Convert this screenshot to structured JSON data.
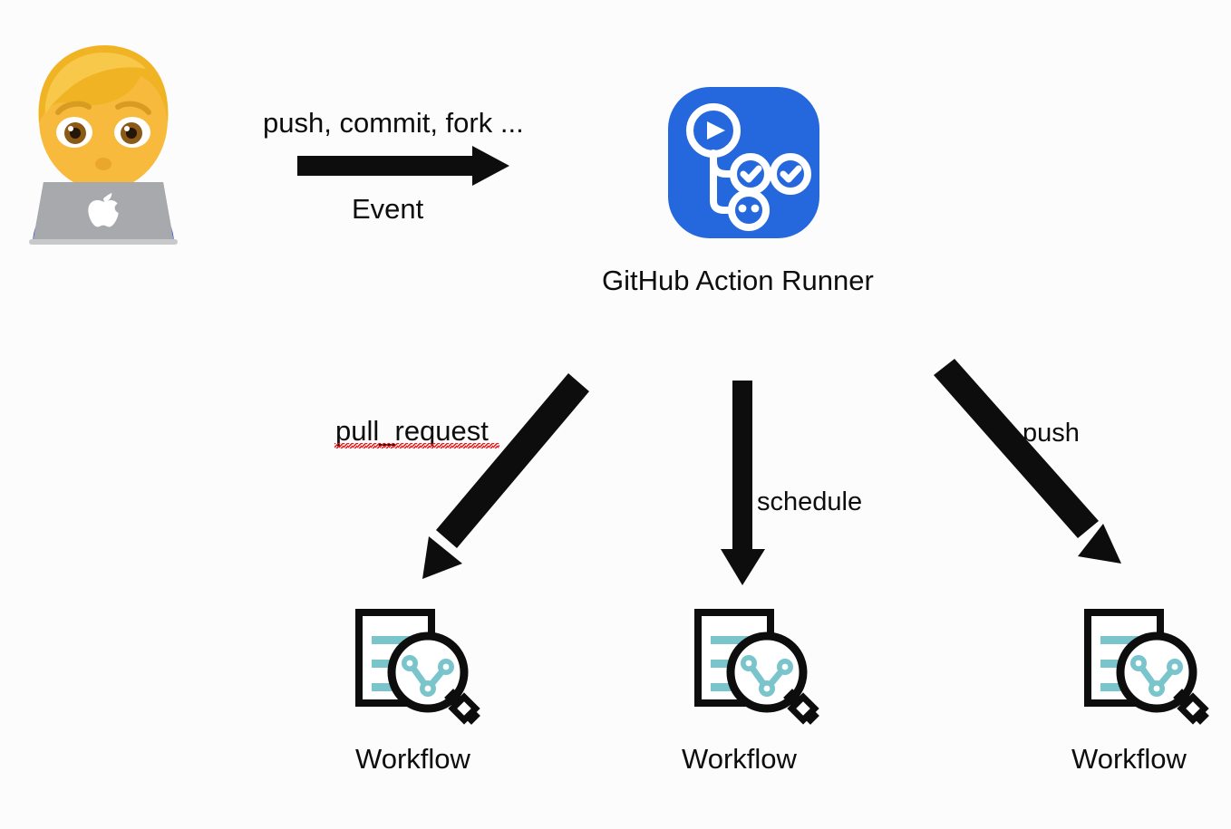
{
  "diagram": {
    "title": "GitHub Action Runner event and workflow flow",
    "background_color": "#fcfcfc",
    "text_color": "#0d0d0d"
  },
  "actor": {
    "icon_name": "person-at-laptop-emoji",
    "skin_color": "#f5ba42",
    "hair_color": "#f0b323",
    "laptop_color": "#9ea0a3",
    "shirt_color": "#2b44d8"
  },
  "event_arrow": {
    "label_above": "push, commit, fork ...",
    "label_below": "Event",
    "color": "#0d0d0d"
  },
  "runner": {
    "label": "GitHub Action Runner",
    "icon_name": "github-actions-logo",
    "tile_color": "#2568de",
    "glyph_color": "#ffffff"
  },
  "branches": [
    {
      "label": "pull_request",
      "misspelled": true,
      "spellcheck_color": "#ee1111",
      "arrow_direction": "down-left",
      "target": "workflow-1"
    },
    {
      "label": "schedule",
      "misspelled": false,
      "arrow_direction": "down",
      "target": "workflow-2"
    },
    {
      "label": "push",
      "misspelled": false,
      "arrow_direction": "down-right",
      "target": "workflow-3"
    }
  ],
  "workflows": [
    {
      "id": "workflow-1",
      "label": "Workflow",
      "icon_name": "workflow-document-magnifier-icon"
    },
    {
      "id": "workflow-2",
      "label": "Workflow",
      "icon_name": "workflow-document-magnifier-icon"
    },
    {
      "id": "workflow-3",
      "label": "Workflow",
      "icon_name": "workflow-document-magnifier-icon"
    }
  ],
  "colors": {
    "teal": "#79c5cb",
    "teal_dark": "#62b6bd",
    "black": "#0d0d0d",
    "blue": "#2568de",
    "red": "#ee1111"
  }
}
